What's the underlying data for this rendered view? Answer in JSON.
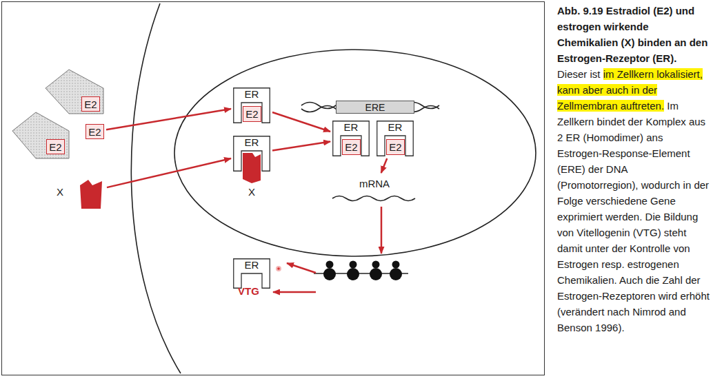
{
  "diagram": {
    "title": "Abb. 9.19 Estradiol (E2) und estrogen wirkende Chemikalien (X) binden an den Estrogen-Rezeptor (ER).",
    "caption": "Dieser ist im Zellkern lokalisiert, kann aber auch in der Zellmembran auftreten. Im Zellkern bindet der Komplex aus 2 ER (Homodimer) ans Estrogen-Response-Element (ERE) der DNA (Promotorregion), wodurch in der Folge verschiedene Gene exprimiert werden. Die Bildung von Vitellogenin (VTG) steht damit unter der Kontrolle von Estrogen resp. estrogenen Chemikalien. Auch die Zahl der Estrogen-Rezeptoren wird erhöht (verändert nach Nimrod and Benson 1996).",
    "nodes": [
      {
        "text": [
          "E2"
        ]
      },
      {
        "text": [
          "E2"
        ]
      },
      {
        "text": [
          "E2"
        ]
      },
      {
        "text": [
          "X"
        ]
      },
      {
        "text": [
          "ER"
        ]
      },
      {
        "text": [
          "E2"
        ],
        "in": 4
      },
      {
        "text": [
          "ER"
        ]
      },
      {
        "text": [
          "X"
        ],
        "in": 6
      },
      {
        "text": [
          "ERE"
        ]
      },
      {
        "text": [
          "ER"
        ]
      },
      {
        "text": [
          "E2"
        ],
        "in": 9
      },
      {
        "text": [
          "ER"
        ]
      },
      {
        "text": [
          "E2"
        ],
        "in": 11
      },
      {
        "text": [
          "mRNA"
        ]
      },
      {
        "text": [
          "ER"
        ]
      }
    ],
    "edges": [
      {
        "from": 2,
        "to": 4,
        "arrow": "to"
      },
      {
        "from": 3,
        "to": 6,
        "arrow": "to"
      },
      {
        "from": 4,
        "to": 9,
        "arrow": "to"
      },
      {
        "from": 6,
        "to": 9,
        "arrow": "to"
      },
      {
        "from": 11,
        "to": 13,
        "arrow": "to"
      }
    ],
    "labels": [
      "VTG"
    ]
  }
}
